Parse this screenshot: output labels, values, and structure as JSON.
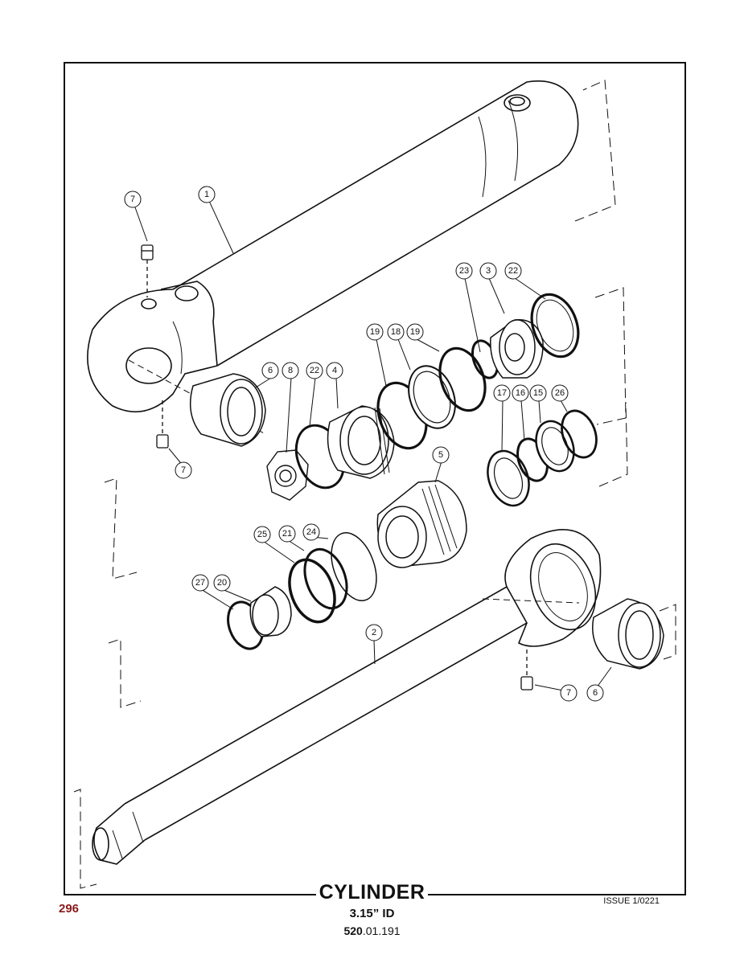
{
  "footer": {
    "title": "CYLINDER",
    "size": "3.15” ID",
    "part_number_bold": "520",
    "part_number_rest": ".01.191",
    "page_number": "296",
    "issue": "ISSUE 1/0221"
  },
  "callouts": [
    "7",
    "1",
    "23",
    "3",
    "22",
    "19",
    "18",
    "19",
    "6",
    "8",
    "22",
    "4",
    "17",
    "16",
    "15",
    "26",
    "7",
    "5",
    "25",
    "21",
    "24",
    "27",
    "20",
    "2",
    "7",
    "6"
  ]
}
